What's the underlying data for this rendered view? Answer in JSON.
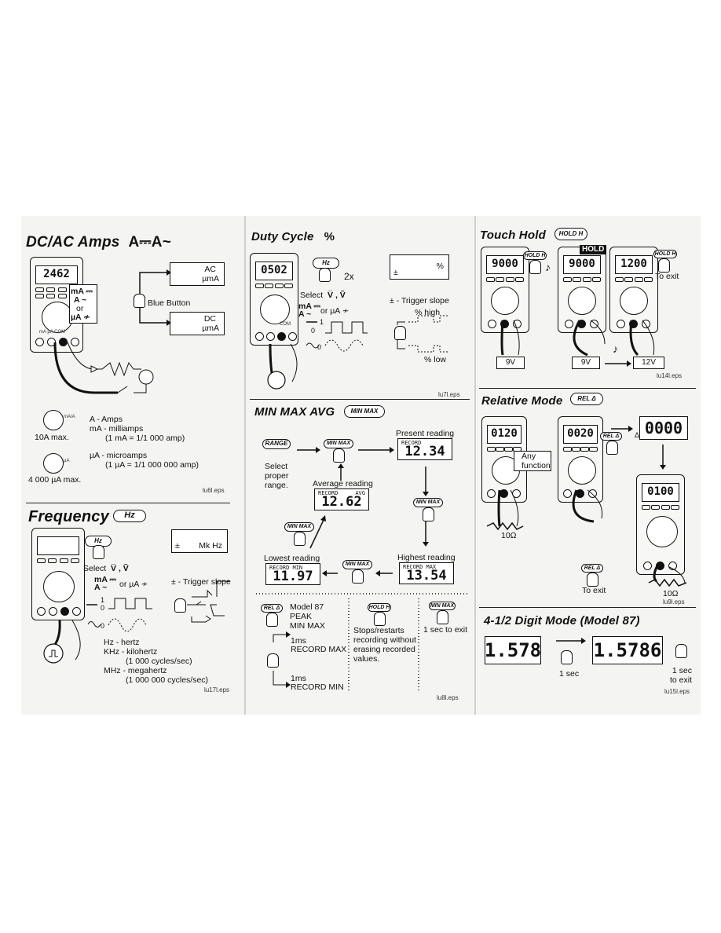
{
  "panels": {
    "dcac": {
      "title": "DC/AC Amps",
      "symbol": "A⎓A~",
      "meter_display": "2462",
      "ac_box": {
        "line1": "AC",
        "line2": "µmA"
      },
      "dc_box": {
        "line1": "DC",
        "line2": "µmA"
      },
      "blue_button": "Blue Button",
      "range_labels": {
        "ma": "mA ⎓",
        "a": "A ~",
        "or": "or",
        "ua": "µA ≁"
      },
      "jacks": "mA µA COM",
      "legend_a": "A - Amps",
      "legend_ma": "mA - milliamps",
      "legend_ma_conv": "(1 mA = 1/1 000 amp)",
      "legend_ua": "µA - microamps",
      "legend_ua_conv": "(1 µA = 1/1 000 000 amp)",
      "max_10a": "10A max.",
      "max_4000ua": "4 000 µA max.",
      "dial_small_a": "mA/A",
      "dial_small_ua": "µA",
      "file": "lu6l.eps"
    },
    "frequency": {
      "title": "Frequency",
      "button": "Hz",
      "meter_button": "Hz",
      "select": "Select",
      "select_sym": "V̅ , Ṽ",
      "range_ma": "mA ⎓",
      "range_a": "A ~",
      "range_or": "or µA ≁",
      "disp_pm": "±",
      "disp_units": "Mk Hz",
      "trigger": "± - Trigger slope",
      "sig_one": "1",
      "sig_zero": "0",
      "sig_zero2": "0",
      "hz": "Hz - hertz",
      "khz": "KHz - kilohertz",
      "khz_val": "(1 000 cycles/sec)",
      "mhz": "MHz - megahertz",
      "mhz_val": "(1 000 000 cycles/sec)",
      "file": "lu17l.eps"
    },
    "duty": {
      "title": "Duty Cycle",
      "symbol": "%",
      "meter_display": "0502",
      "button": "Hz",
      "times": "2x",
      "select": "Select",
      "select_sym": "V̅ , Ṽ",
      "range_ma": "mA ⎓",
      "range_a": "A ~",
      "range_or": "or µA ≁",
      "disp_pm": "±",
      "disp_pct": "%",
      "trigger": "± - Trigger slope",
      "high": "% high",
      "low": "% low",
      "sig_one": "1",
      "sig_zero": "0",
      "sig_zero2": "0",
      "jacks": "COM",
      "file": "lu7l.eps"
    },
    "minmax": {
      "title": "MIN MAX AVG",
      "button": "MIN MAX",
      "range_btn": "RANGE",
      "select_range": "Select\nproper\nrange.",
      "present": "Present reading",
      "present_tag": "RECORD",
      "present_val": "12.34",
      "average": "Average reading",
      "avg_tag1": "RECORD",
      "avg_tag2": "AVG",
      "avg_val": "12.62",
      "lowest": "Lowest reading",
      "low_tag": "RECORD MIN",
      "low_val": "11.97",
      "highest": "Highest reading",
      "high_tag": "RECORD MAX",
      "high_val": "13.54",
      "btn_label": "MIN MAX",
      "rel_btn": "REL Δ",
      "model87": "Model 87\nPEAK\nMIN MAX",
      "ms1": "1ms",
      "rec_max": "RECORD MAX",
      "ms2": "1ms",
      "rec_min": "RECORD MIN",
      "hold_btn": "HOLD H",
      "stops": "Stops/restarts\nrecording without\nerasing recorded\nvalues.",
      "minmax_btn": "MIN MAX",
      "one_sec": "1 sec to exit",
      "file": "lu8l.eps"
    },
    "touchhold": {
      "title": "Touch Hold",
      "button": "HOLD H",
      "m1": "9000",
      "m2": "9000",
      "m3": "1200",
      "hold_tag": "HOLD",
      "btn1": "HOLD H",
      "btn3": "HOLD H",
      "to_exit": "To exit",
      "bat1": "9V",
      "bat2": "9V",
      "bat3": "12V",
      "note1": "♪",
      "note2": "♪",
      "file": "lu14l.eps"
    },
    "relative": {
      "title": "Relative Mode",
      "button": "REL Δ",
      "m1": "0120",
      "m2": "0020",
      "disp_big": "0000",
      "m3": "0100",
      "rel_btn": "REL Δ",
      "any": "Any\nfunction",
      "r1": "10Ω",
      "r2": "10Ω",
      "exit_btn": "REL Δ",
      "to_exit": "To exit",
      "delta": "Δ",
      "file": "lu9l.eps"
    },
    "digit": {
      "title": "4-1/2 Digit Mode (Model 87)",
      "disp1": "1.578",
      "disp2": "1.5786",
      "sec1": "1 sec",
      "sec2": "1 sec\nto exit",
      "file": "lu15l.eps"
    }
  }
}
